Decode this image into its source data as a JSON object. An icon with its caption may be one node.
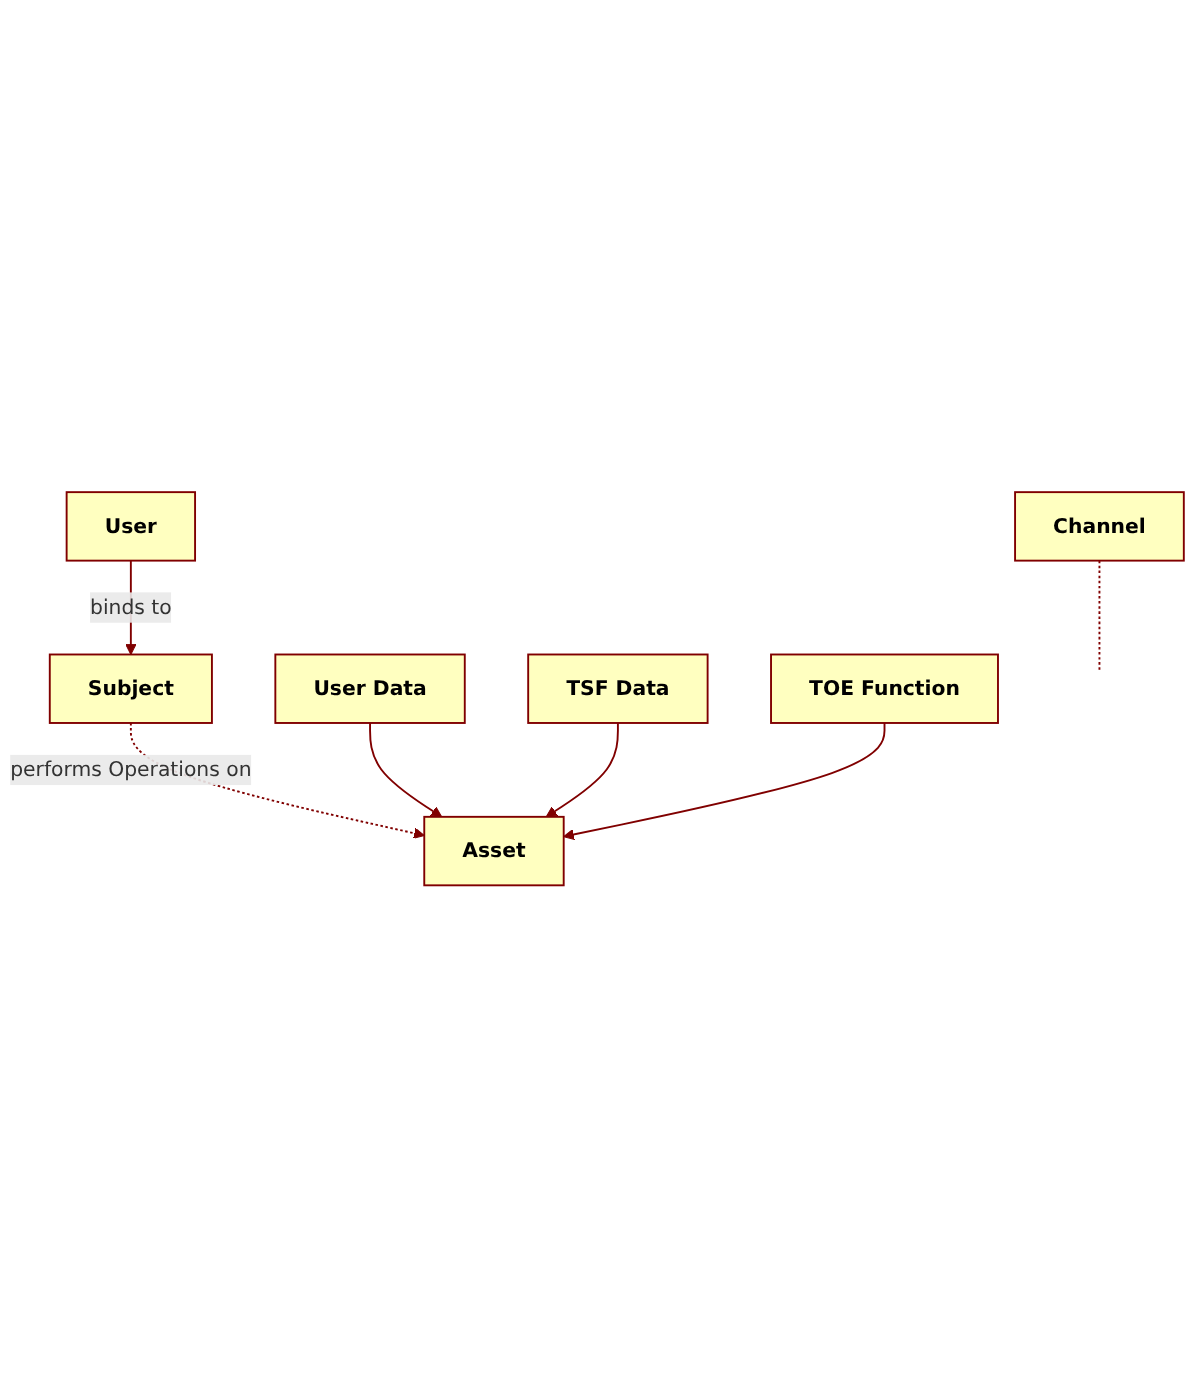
{
  "diagram": {
    "nodes": [
      {
        "text": [
          "User"
        ]
      },
      {
        "text": [
          "Channel"
        ]
      },
      {
        "text": [
          "Subject"
        ]
      },
      {
        "text": [
          "Asset"
        ]
      },
      {
        "text": [
          "User Data"
        ]
      },
      {
        "text": [
          "TSF Data"
        ]
      },
      {
        "text": [
          "TOE Function"
        ]
      }
    ],
    "edges": [
      {
        "from": 0,
        "to": 2,
        "arrow": "to",
        "label": "binds to"
      },
      {
        "from": 1,
        "to": null,
        "arrow": "none",
        "style": "dashed"
      },
      {
        "from": 2,
        "to": 3,
        "arrow": "to",
        "label": "performs Operations on",
        "style": "dashed"
      },
      {
        "from": 4,
        "to": 3,
        "arrow": "to"
      },
      {
        "from": 5,
        "to": 3,
        "arrow": "to"
      },
      {
        "from": 6,
        "to": 3,
        "arrow": "to"
      }
    ]
  }
}
